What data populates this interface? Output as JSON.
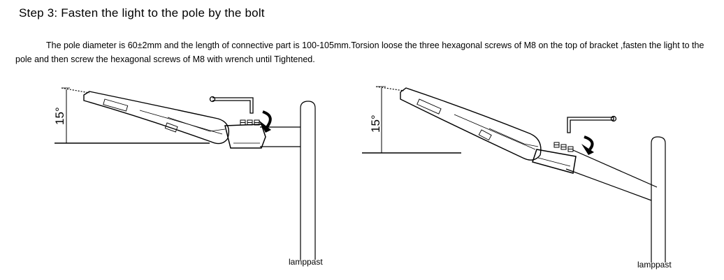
{
  "heading": "Step 3:  Fasten the light to the pole by the bolt",
  "paragraph": "The pole diameter is 60±2mm and the length of connective part is 100-105mm.Torsion loose the three hexagonal screws of M8 on the top of bracket ,fasten the light to the pole and then screw the hexagonal screws of M8 with wrench until Tightened.",
  "figure_left": {
    "angle_label": "15°",
    "pole_label": "lamppast"
  },
  "figure_right": {
    "angle_label": "15°",
    "pole_label": "lamppast"
  }
}
